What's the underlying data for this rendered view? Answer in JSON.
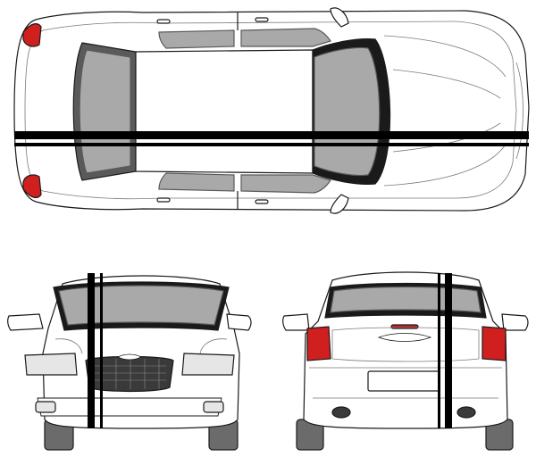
{
  "views": [
    {
      "id": "top"
    },
    {
      "id": "front"
    },
    {
      "id": "rear"
    }
  ],
  "colors": {
    "background": "#ffffff",
    "body": "#ffffff",
    "outline": "#1a1a1a",
    "detail_line": "#7a7a7a",
    "glass": "#a9a9a9",
    "glass_frame": "#5a5a5a",
    "stripe": "#000000",
    "tail_light": "#d01f1f",
    "tire": "#6b6b6b",
    "grille": "#3a3a3a",
    "lamp_lens": "#e6e6e6"
  },
  "stripe": {
    "count": 2,
    "style": "racing-double-stripe"
  }
}
